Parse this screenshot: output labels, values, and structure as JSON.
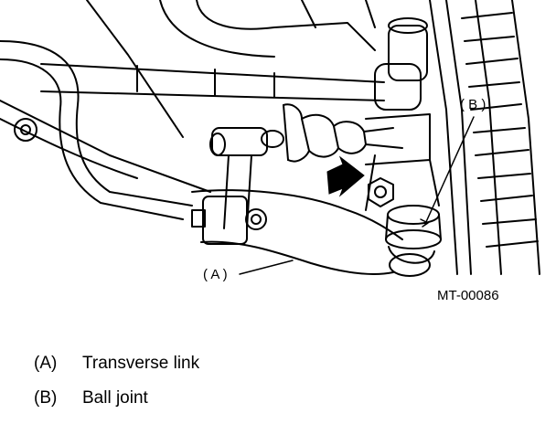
{
  "figure": {
    "reference_code": "MT-00086",
    "callouts": [
      {
        "id": "A",
        "label": "( A )"
      },
      {
        "id": "B",
        "label": "( B )"
      }
    ]
  },
  "legend": [
    {
      "key": "(A)",
      "text": "Transverse link"
    },
    {
      "key": "(B)",
      "text": "Ball joint"
    }
  ]
}
